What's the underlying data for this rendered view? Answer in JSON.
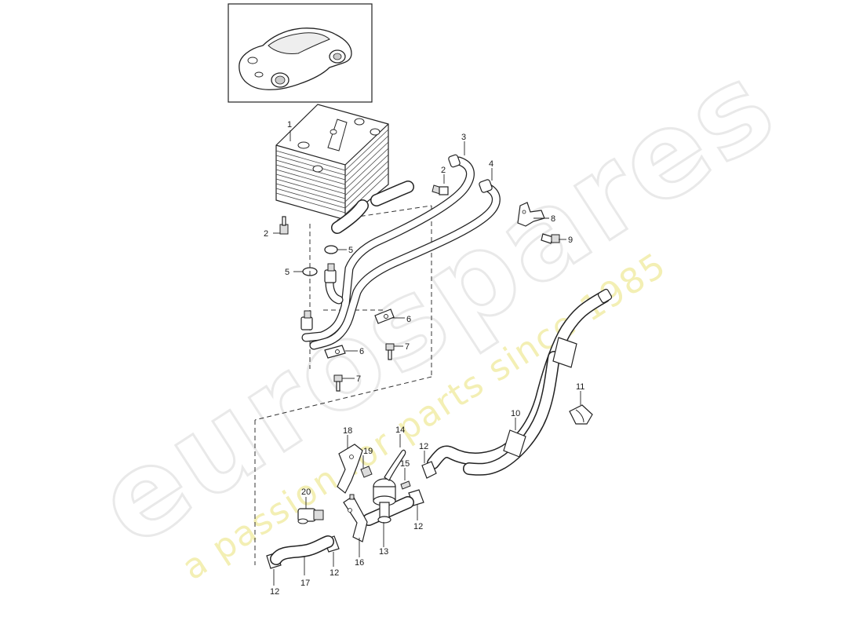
{
  "watermark": {
    "brand": "eurospares",
    "tagline": "a passion for parts since 1985",
    "tagline_color": "#f3efb4"
  },
  "thumbnail": {
    "icon": "car-icon"
  },
  "callouts": [
    "1",
    "2",
    "3",
    "4",
    "2",
    "8",
    "9",
    "5",
    "5",
    "6",
    "6",
    "7",
    "7",
    "11",
    "10",
    "18",
    "14",
    "19",
    "12",
    "15",
    "20",
    "13",
    "12",
    "12",
    "12",
    "16",
    "17"
  ]
}
